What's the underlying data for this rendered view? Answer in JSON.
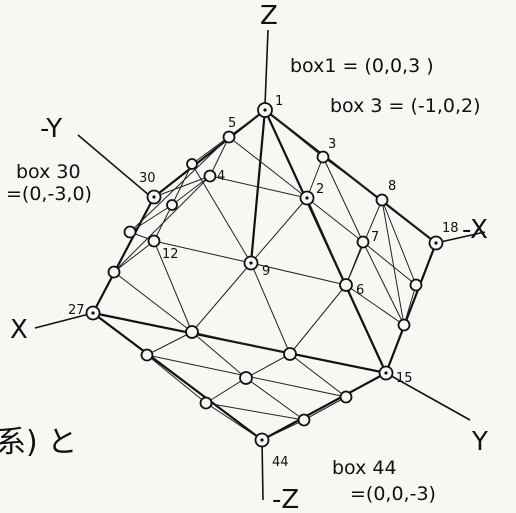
{
  "axes": {
    "z_pos": "Z",
    "z_neg": "-Z",
    "y_neg": "-Y",
    "y_pos": "Y",
    "x_pos": "X",
    "x_neg": "-X"
  },
  "annotations": {
    "box1": "box1 = (0,0,3 )",
    "box3": "box 3 = (-1,0,2)",
    "box30_name": "box 30",
    "box30_coord": "=(0,-3,0)",
    "box44_name": "box 44",
    "box44_coord": "=(0,0,-3)"
  },
  "node_labels": {
    "n1": "1",
    "n2": "2",
    "n3": "3",
    "n4": "4",
    "n5": "5",
    "n6": "6",
    "n7": "7",
    "n8": "8",
    "n9": "9",
    "n12": "12",
    "n15": "15",
    "n18": "18",
    "n27": "27",
    "n30": "30",
    "n44": "44"
  },
  "partial_text": "系) と"
}
